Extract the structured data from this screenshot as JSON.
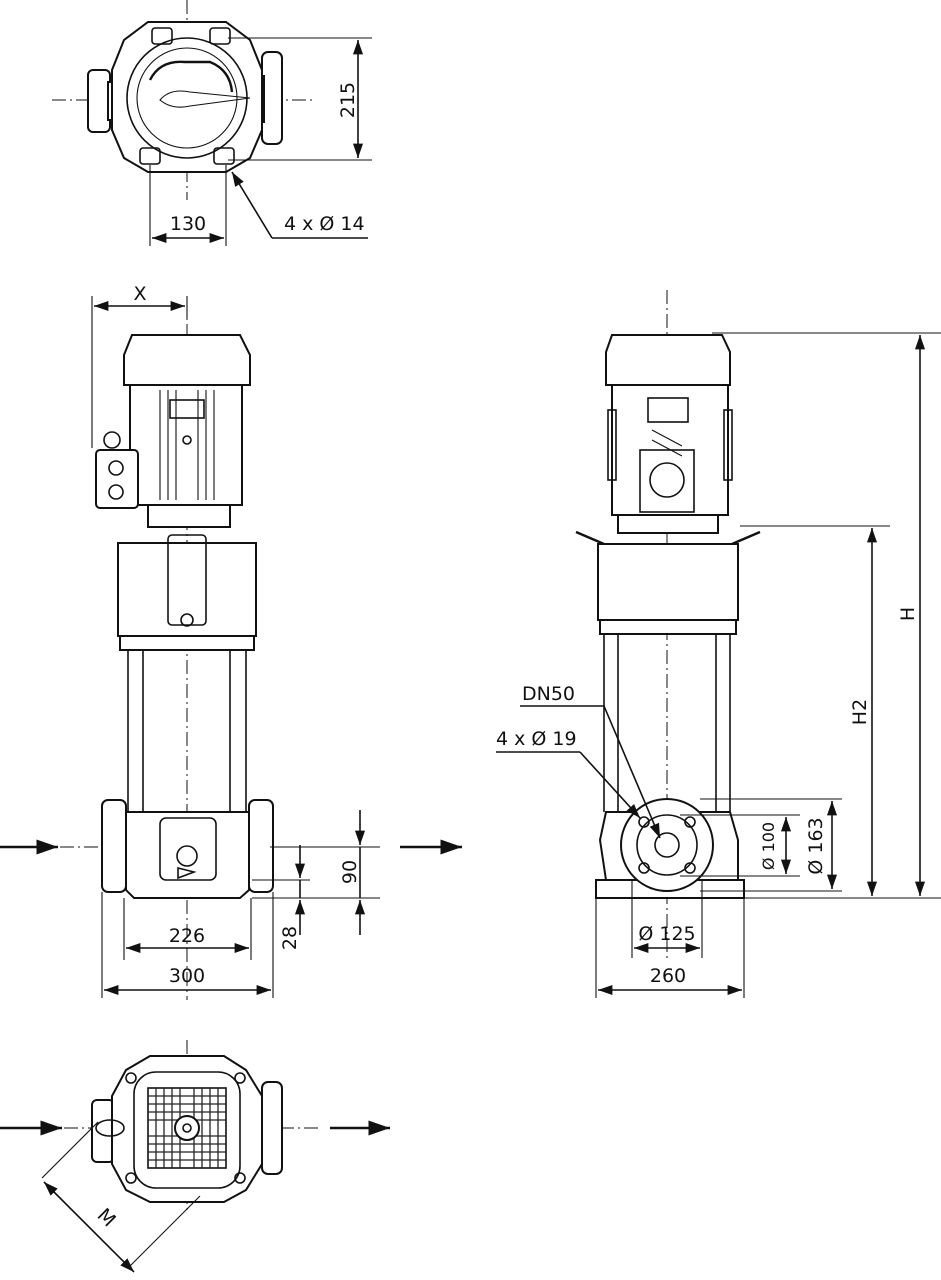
{
  "dimensions": {
    "top_height": "215",
    "top_foot_spacing": "130",
    "top_holes": "4 x Ø 14",
    "side_x": "X",
    "side_inlet_height": "90",
    "side_foot_height": "28",
    "side_base_inner": "226",
    "side_base_outer": "300",
    "front_dn": "DN50",
    "front_holes": "4 x Ø 19",
    "front_bolt_circle": "Ø 125",
    "front_base_width": "260",
    "front_bore": "Ø 100",
    "front_flange": "Ø 163",
    "front_height_total": "H",
    "front_height_h2": "H2",
    "bottom_m": "M"
  }
}
